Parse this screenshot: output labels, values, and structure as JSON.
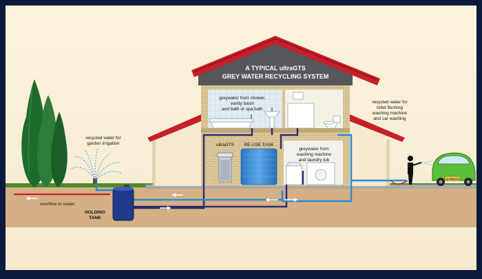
{
  "title": {
    "line1": "A TYPICAL ultraGTS",
    "line2": "GREY WATER RECYCLING SYSTEM"
  },
  "labels": {
    "garden_line1": "recycled water for",
    "garden_line2": "garden irrigation",
    "shower_line1": "greywater from shower,",
    "shower_line2": "vanity basin",
    "shower_line3": "and bath or spa bath",
    "toilet_line1": "recycled water for",
    "toilet_line2": "toilet flushing",
    "toilet_line3": "washing machine",
    "toilet_line4": "and car washing",
    "washing_line1": "greywater from",
    "washing_line2": "washing machine",
    "washing_line3": "and laundry tub",
    "ultragts": "ultraGTS",
    "reuse_tank": "RE-USE TANK",
    "overflow": "overflow to sewer",
    "holding_line1": "HOLDING",
    "holding_line2": "TANK",
    "car_plate": "ULTRAGTS"
  },
  "colors": {
    "frame": "#0b1a3c",
    "background": "#faf1d7",
    "ground": "#d8b58a",
    "roof": "#c8202a",
    "gable": "#55575a",
    "brick": "#d9c596",
    "greywater_pipe": "#2c2a6e",
    "recycled_pipe": "#2b8bd0",
    "overflow_pipe": "#c8202a",
    "tank": "#3d8ed8",
    "tree": "#1f6b2e",
    "car": "#5cbf3a"
  },
  "icons": [
    "tree-icon",
    "sprinkler-icon",
    "bath-icon",
    "basin-icon",
    "toilet-icon",
    "washing-machine-icon",
    "laundry-tub-icon",
    "person-hose-icon",
    "car-icon",
    "flow-arrow-icon"
  ]
}
